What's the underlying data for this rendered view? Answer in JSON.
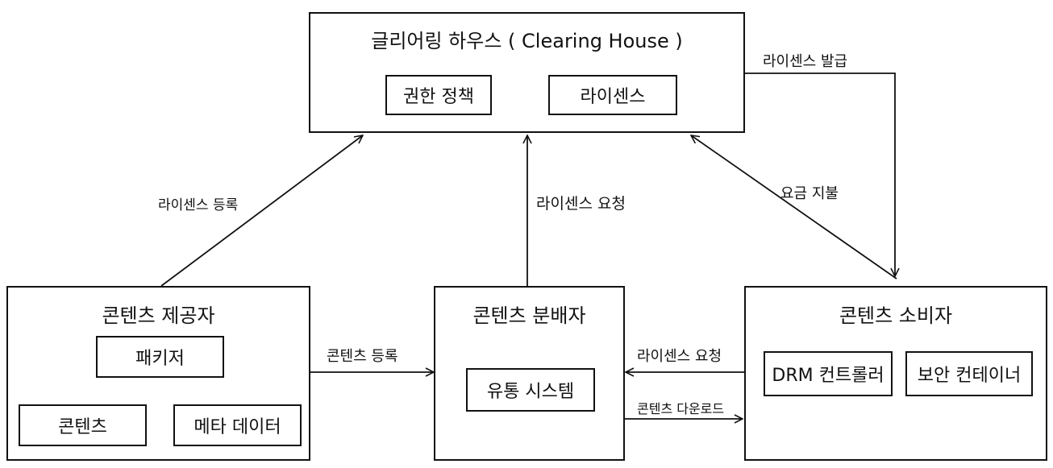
{
  "clearing_house": {
    "title": "글리어링 하우스 ( Clearing House )",
    "items": [
      "권한 정책",
      "라이센스"
    ]
  },
  "provider": {
    "title": "콘텐츠 제공자",
    "items": [
      "패키저",
      "콘텐츠",
      "메타 데이터"
    ]
  },
  "distributor": {
    "title": "콘텐츠 분배자",
    "items": [
      "유통 시스템"
    ]
  },
  "consumer": {
    "title": "콘텐츠 소비자",
    "items": [
      "DRM 컨트롤러",
      "보안 컨테이너"
    ]
  },
  "edges": {
    "license_register": "라이센스 등록",
    "license_request_up": "라이센스 요청",
    "fee_payment": "요금 지불",
    "license_issue": "라이센스 발급",
    "content_register": "콘텐츠 등록",
    "license_request_right": "라이센스 요청",
    "content_download": "콘텐츠 다운로드"
  }
}
